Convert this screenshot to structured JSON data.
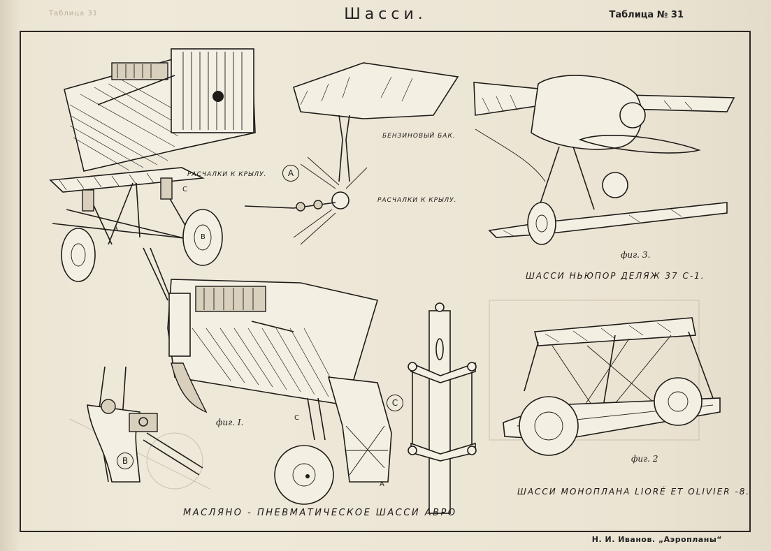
{
  "header": {
    "title": "Шасси.",
    "plate": "Таблица № 31",
    "corner_text": "Таблица 31"
  },
  "footer": {
    "credit": "Н. И. Иванов. „Аэропланы“"
  },
  "captions": {
    "avro": "МАСЛЯНО - ПНЕВМАТИЧЕСКОЕ  ШАССИ  АВРО",
    "nieuport": "ШАССИ  НЬЮПОР  ДЕЛЯЖ  37 С-1.",
    "liore": "ШАССИ  МОНОПЛАНА  LIORÉ  ET  OLIVIER -8."
  },
  "figure_labels": {
    "fig1": "фиг. I.",
    "fig2": "фиг. 2",
    "fig3": "фиг. 3."
  },
  "callouts": {
    "struts_to_wing_1": "РАСЧАЛКИ  К  КРЫЛУ.",
    "struts_to_wing_2": "РАСЧАЛКИ  К  КРЫЛУ.",
    "fuel_tank": "БЕНЗИНОВЫЙ  БАК."
  },
  "detail_markers": {
    "a": "A",
    "b": "B",
    "c": "C"
  },
  "part_letters": {
    "a_main": "A",
    "b_main": "B",
    "c_main": "C",
    "c_lower": "C",
    "a_lower": "A"
  },
  "colors": {
    "paper": "#ece5d4",
    "ink": "#1e1c19"
  }
}
